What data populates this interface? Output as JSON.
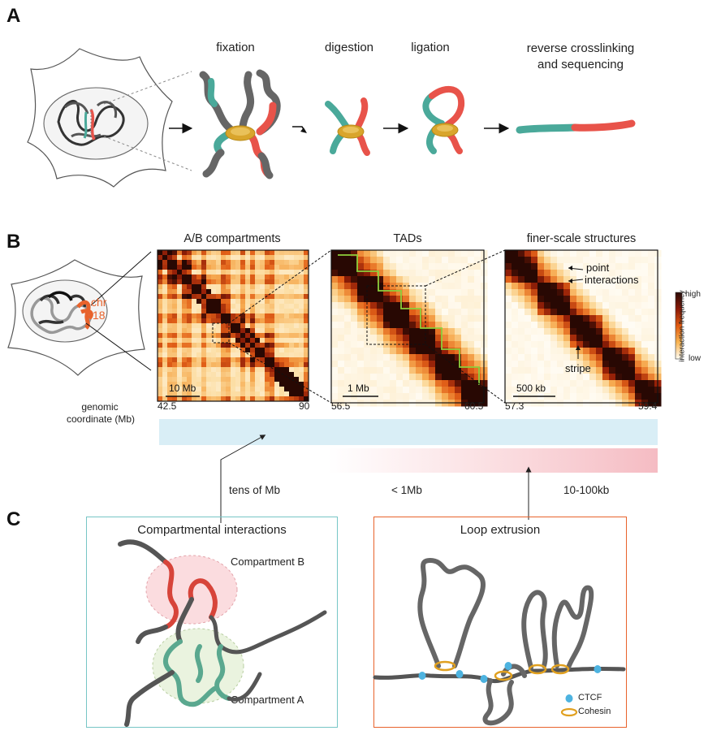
{
  "panel_a": {
    "letter": "A",
    "steps": [
      "fixation",
      "digestion",
      "ligation"
    ],
    "final_step_line1": "reverse crosslinking",
    "final_step_line2": "and sequencing"
  },
  "panel_b": {
    "letter": "B",
    "chromosome_label_line1": "chr",
    "chromosome_label_line2": "18",
    "maps": [
      {
        "title": "A/B compartments",
        "scale_bar": "10 Mb",
        "start": "42.5",
        "end": "90"
      },
      {
        "title": "TADs",
        "scale_bar": "1 Mb",
        "start": "56.5",
        "end": "60.5"
      },
      {
        "title": "finer-scale structures",
        "scale_bar": "500 kb",
        "start": "57.3",
        "end": "59.4"
      }
    ],
    "annotations": {
      "point_line1": "point",
      "point_line2": "interactions",
      "stripe": "stripe"
    },
    "colorbar": {
      "high": "high",
      "low": "low",
      "label": "interaction frequency"
    },
    "axis_label_line1": "genomic",
    "axis_label_line2": "coordinate (Mb)",
    "ranges": {
      "tens": "tens of Mb",
      "sub": "< 1Mb",
      "fine": "10-100kb"
    },
    "colors": {
      "blue_band": "#d9eef6",
      "pink_band": "#f6c6cc",
      "heat_dark": "#3a0b04",
      "heat_mid": "#e05a10",
      "heat_light": "#fde9c6"
    }
  },
  "panel_c": {
    "letter": "C",
    "compartment_box": {
      "title": "Compartmental interactions",
      "label_b": "Compartment B",
      "label_a": "Compartment A",
      "border_color": "#77c6c6"
    },
    "loop_box": {
      "title": "Loop extrusion",
      "legend_ctcf": "CTCF",
      "legend_cohesin": "Cohesin",
      "border_color": "#e8632c"
    }
  }
}
